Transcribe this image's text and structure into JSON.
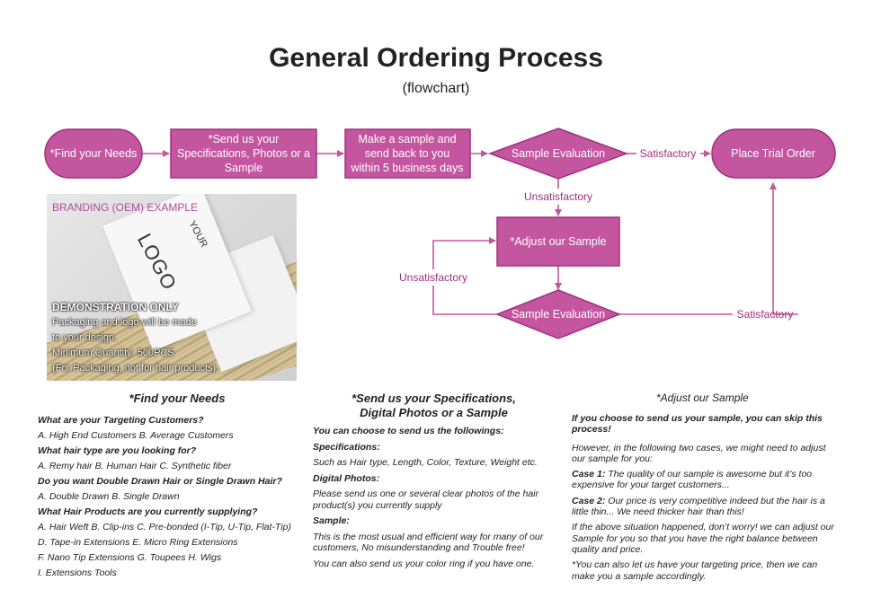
{
  "header": {
    "title": "General Ordering Process",
    "subtitle": "(flowchart)"
  },
  "colors": {
    "node_fill": "#c4569f",
    "node_stroke": "#a0307f",
    "edge": "#c4569f",
    "edge_text": "#a0307f"
  },
  "flow": {
    "find_needs": "*Find your Needs",
    "send_specs": [
      "*Send us your",
      "Specifications, Photos or a",
      "Sample"
    ],
    "make_sample": [
      "Make a sample and",
      "send back to you",
      "within 5 business days"
    ],
    "sample_eval_1": "Sample Evaluation",
    "trial_order": "Place Trial Order",
    "adjust_sample": "*Adjust our Sample",
    "sample_eval_2": "Sample Evaluation",
    "label_satisfactory_1": "Satisfactory",
    "label_unsatisfactory_1": "Unsatisfactory",
    "label_unsatisfactory_2": "Unsatisfactory",
    "label_satisfactory_2": "Satisfactory"
  },
  "example": {
    "branding": "BRANDING (OEM) EXAMPLE",
    "logo_your": "YOUR",
    "logo": "LOGO",
    "demo_title": "DEMONSTRATION ONLY",
    "demo_lines": [
      "Packaging and logo will be made",
      "to your design.",
      "Minimum Quantity: 500PCS",
      "(For Packaging, not for hair products)"
    ]
  },
  "col1": {
    "heading": "*Find your Needs",
    "q1": "What are your Targeting Customers?",
    "a1": "A. High End Customers  B. Average Customers",
    "q2": "What hair type are you looking for?",
    "a2": "A. Remy hair  B. Human Hair  C. Synthetic fiber",
    "q3": "Do you want Double Drawn Hair or Single Drawn Hair?",
    "a3": "A. Double Drawn  B. Single Drawn",
    "q4": "What Hair Products are you currently supplying?",
    "a4": "A. Hair Weft  B. Clip-ins  C. Pre-bonded (I-Tip, U-Tip, Flat-Tip)",
    "a5": "D. Tape-in Extensions  E. Micro Ring Extensions",
    "a6": "F. Nano Tip Extensions  G. Toupees  H. Wigs",
    "a7": "I. Extensions Tools"
  },
  "col2": {
    "heading_line1": "*Send us your Specifications,",
    "heading_line2": "Digital Photos or a Sample",
    "intro": "You can choose to send us the followings:",
    "spec_title": "Specifications:",
    "spec_text": "Such as Hair type, Length, Color, Texture, Weight etc.",
    "photo_title": "Digital Photos:",
    "photo_text": "Please send us one or several clear photos of the hair product(s) you currently supply",
    "sample_title": "Sample:",
    "sample_text": "This is the most usual and efficient way for many of our customers, No misunderstanding and Trouble free!",
    "color_ring": "You can also send us your color ring if you have one."
  },
  "col3": {
    "heading": "*Adjust our Sample",
    "skip": "If you choose to send us your sample, you can skip this process!",
    "however": "However, in the following two cases, we might need to adjust our sample for you:",
    "case1_label": "Case 1:",
    "case1_text": "The quality of our sample is awesome but it’s too expensive for your target customers...",
    "case2_label": "Case 2:",
    "case2_text": "Our price is very competitive indeed but the hair is a little thin... We need thicker hair than this!",
    "happened": "If the above situation happened, don’t worry! we can adjust our Sample for you so that you have the right balance between quality and price.",
    "target_price": "*You can also let us have your targeting price, then we can make you a sample accordingly."
  }
}
